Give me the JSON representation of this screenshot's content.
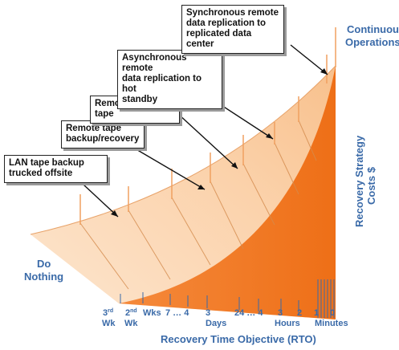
{
  "diagram": {
    "left_label": "Do Nothing",
    "right_top_label": "Continuous Operations",
    "y_axis_label": "Recovery Strategy Costs $",
    "x_axis_title": "Recovery Time Objective (RTO)",
    "callouts": [
      "LAN tape backup trucked offsite",
      "Remote tape backup/recovery",
      "Remote virtual tape",
      "Asynchronous remote data replication to hot standby",
      "Synchronous remote data replication to replicated data center"
    ],
    "ticks": [
      "3rd Wk",
      "2nd Wk",
      "Wks",
      "7 … 4",
      "3",
      "Days",
      "24 … 4",
      "3",
      "Hours",
      "2",
      "1",
      "0",
      "Minutes"
    ],
    "colors": {
      "dark_orange": "#f07a23",
      "light_orange": "#fbd3ae",
      "label_blue": "#3a6aa8"
    }
  }
}
